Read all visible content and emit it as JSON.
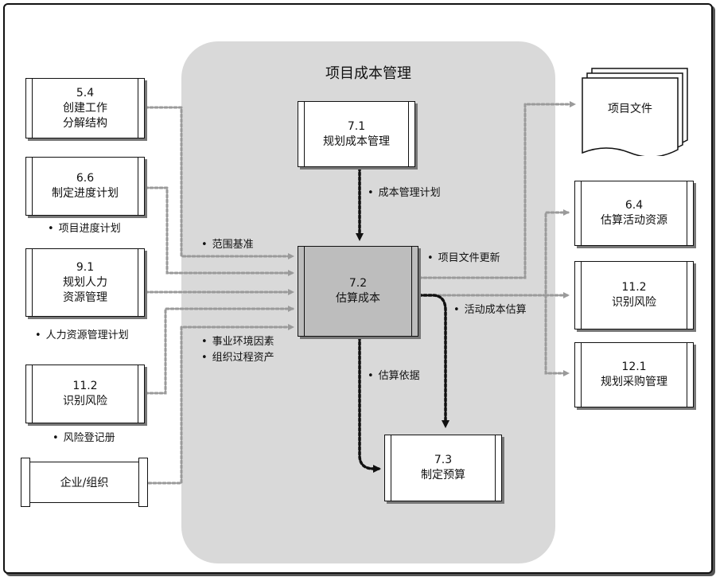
{
  "title": "项目成本管理",
  "inputs": {
    "wbs": {
      "num": "5.4",
      "line1": "创建工作",
      "line2": "分解结构"
    },
    "schedule": {
      "num": "6.6",
      "line1": "制定进度计划"
    },
    "hr": {
      "num": "9.1",
      "line1": "规划人力",
      "line2": "资源管理"
    },
    "risk": {
      "num": "11.2",
      "line1": "识别风险"
    },
    "enterprise": {
      "line1": "企业/组织"
    }
  },
  "processes": {
    "plan": {
      "num": "7.1",
      "line1": "规划成本管理"
    },
    "estimate": {
      "num": "7.2",
      "line1": "估算成本"
    },
    "budget": {
      "num": "7.3",
      "line1": "制定预算"
    }
  },
  "outputs": {
    "project_docs": {
      "line1": "项目文件"
    },
    "activity_resources": {
      "num": "6.4",
      "line1": "估算活动资源"
    },
    "identify_risk": {
      "num": "11.2",
      "line1": "识别风险"
    },
    "procurement": {
      "num": "12.1",
      "line1": "规划采购管理"
    }
  },
  "labels": {
    "schedule_plan": "项目进度计划",
    "hr_plan": "人力资源管理计划",
    "risk_register": "风险登记册",
    "scope_baseline": "范围基准",
    "cost_plan": "成本管理计划",
    "docs_update": "项目文件更新",
    "activity_cost": "活动成本估算",
    "basis": "估算依据",
    "eef": "事业环境因素",
    "opa": "组织过程资产"
  }
}
